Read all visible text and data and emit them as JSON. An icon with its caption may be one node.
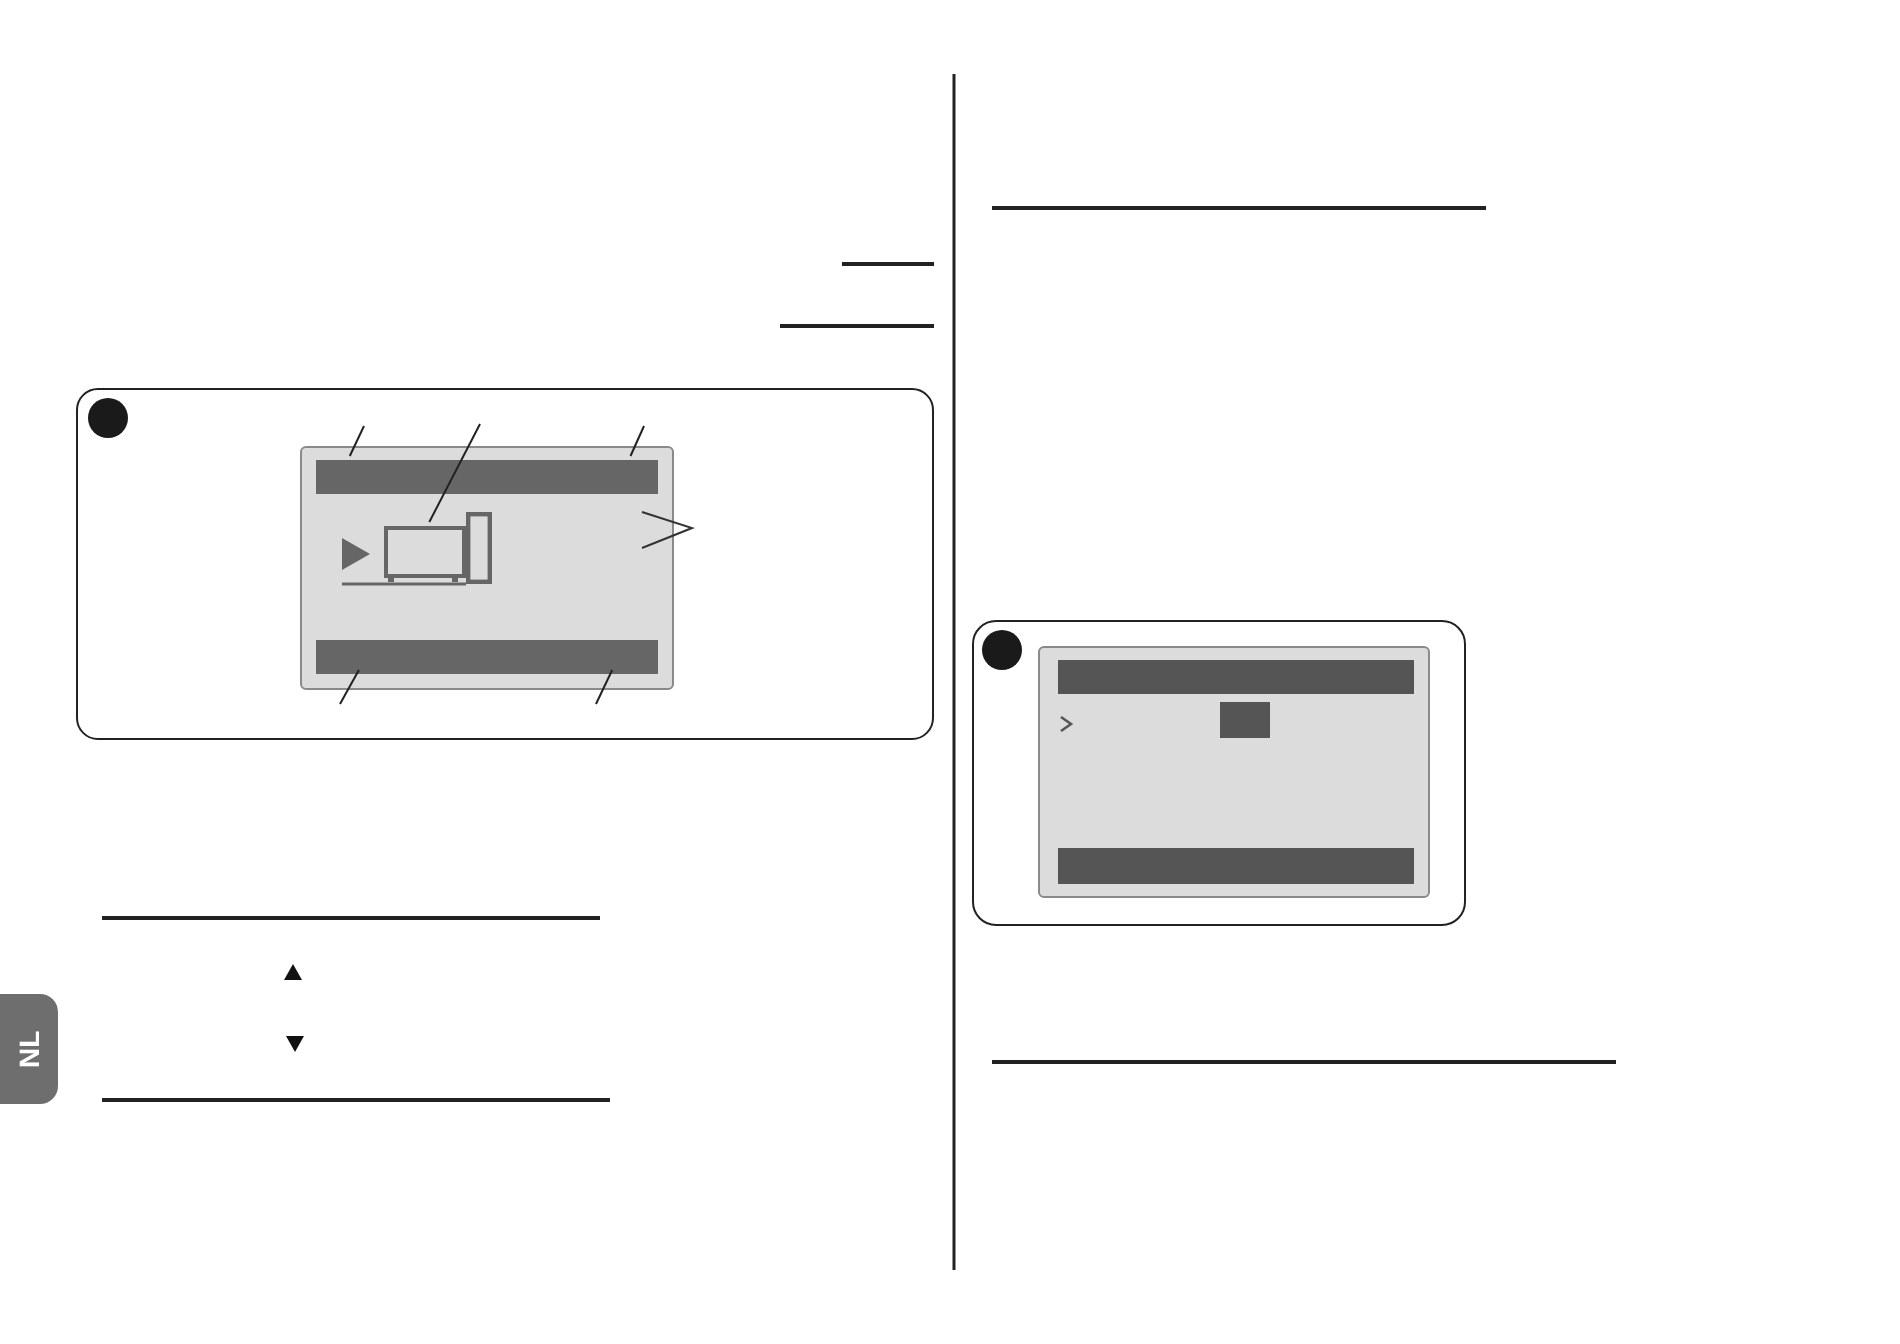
{
  "diagram": {
    "nodes": [
      {
        "text": [],
        "shape": "bar"
      },
      {
        "text": [],
        "shape": "box"
      },
      {
        "text": [],
        "shape": "bar"
      }
    ],
    "edges": [
      {
        "from": null,
        "to": 0,
        "arrow": "none"
      },
      {
        "from": null,
        "to": 1,
        "arrow": "none"
      },
      {
        "from": null,
        "to": 0,
        "arrow": "none"
      },
      {
        "from": null,
        "to": 2,
        "arrow": "none"
      },
      {
        "from": null,
        "to": 2,
        "arrow": "none"
      }
    ],
    "labels": [
      "NL"
    ]
  }
}
